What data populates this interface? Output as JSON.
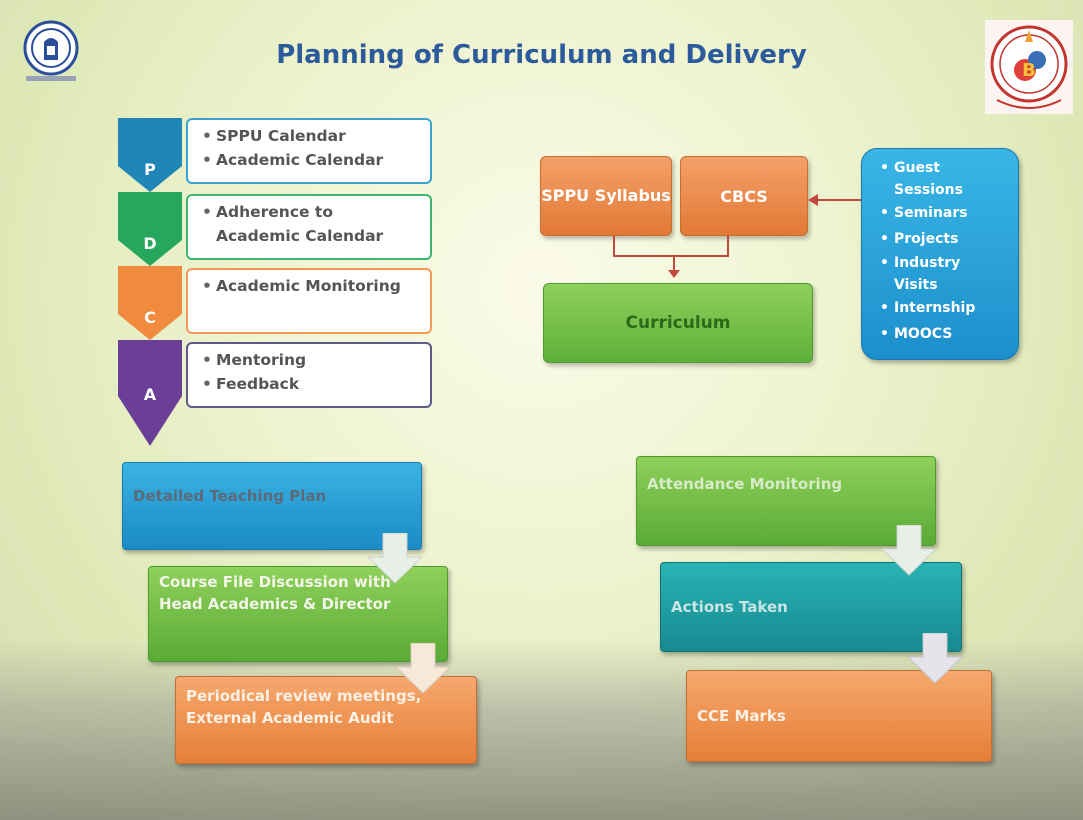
{
  "title": "Planning of Curriculum and Delivery",
  "logos": {
    "left": "college-logo",
    "right": "university-seal"
  },
  "pdca": [
    {
      "letter": "P",
      "color": "#1f86b7",
      "items": [
        "SPPU Calendar",
        "Academic Calendar"
      ]
    },
    {
      "letter": "D",
      "color": "#27a65e",
      "items": [
        "Adherence to Academic Calendar"
      ]
    },
    {
      "letter": "C",
      "color": "#ef8a3f",
      "items": [
        "Academic Monitoring"
      ]
    },
    {
      "letter": "A",
      "color": "#6b3f98",
      "items": [
        "Mentoring",
        "Feedback"
      ]
    }
  ],
  "curriculum": {
    "syllabus": "SPPU Syllabus",
    "cbcs": "CBCS",
    "result": "Curriculum",
    "activities": [
      "Guest Sessions",
      "Seminars",
      "Projects",
      "Industry Visits",
      "Internship",
      "MOOCS"
    ]
  },
  "teaching_flow": [
    "Detailed Teaching Plan",
    "Course File Discussion with Head Academics & Director",
    "Periodical review meetings, External Academic Audit"
  ],
  "monitoring_flow": [
    "Attendance Monitoring",
    "Actions Taken",
    "CCE Marks"
  ],
  "colors": {
    "title": "#2c5b9c",
    "orange": "#e98440",
    "green": "#6cbf44",
    "blue": "#1f9ad6",
    "teal": "#1f9ea2"
  }
}
